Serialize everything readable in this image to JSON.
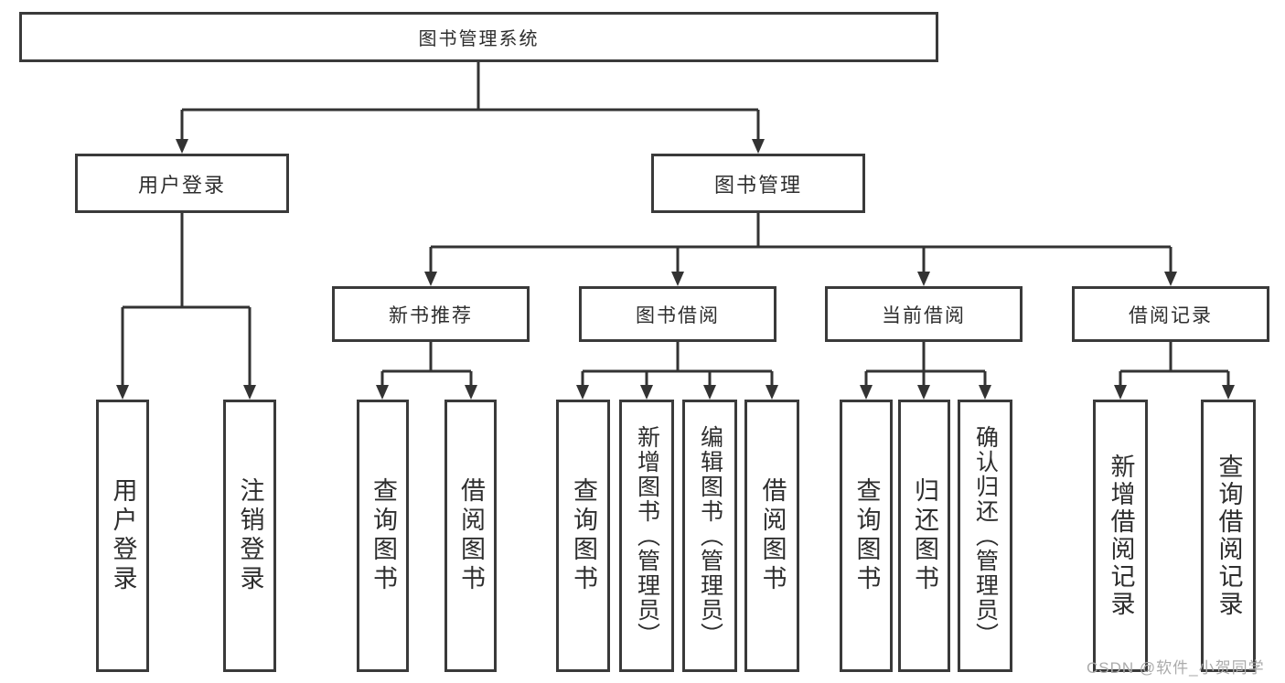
{
  "root": {
    "label": "图书管理系统"
  },
  "login": {
    "label": "用户登录",
    "children": [
      "用户登录",
      "注销登录"
    ]
  },
  "mgmt": {
    "label": "图书管理",
    "modules": [
      {
        "label": "新书推荐",
        "children": [
          "查询图书",
          "借阅图书"
        ]
      },
      {
        "label": "图书借阅",
        "children": [
          "查询图书",
          "新增图书（管理员）",
          "编辑图书（管理员）",
          "借阅图书"
        ]
      },
      {
        "label": "当前借阅",
        "children": [
          "查询图书",
          "归还图书",
          "确认归还（管理员）"
        ]
      },
      {
        "label": "借阅记录",
        "children": [
          "新增借阅记录",
          "查询借阅记录"
        ]
      }
    ]
  },
  "watermark": "CSDN @软件_小贺同学",
  "colors": {
    "line": "#333333",
    "border": "#3a3a3a",
    "text": "#2e2e2e",
    "watermark": "#ababab"
  }
}
